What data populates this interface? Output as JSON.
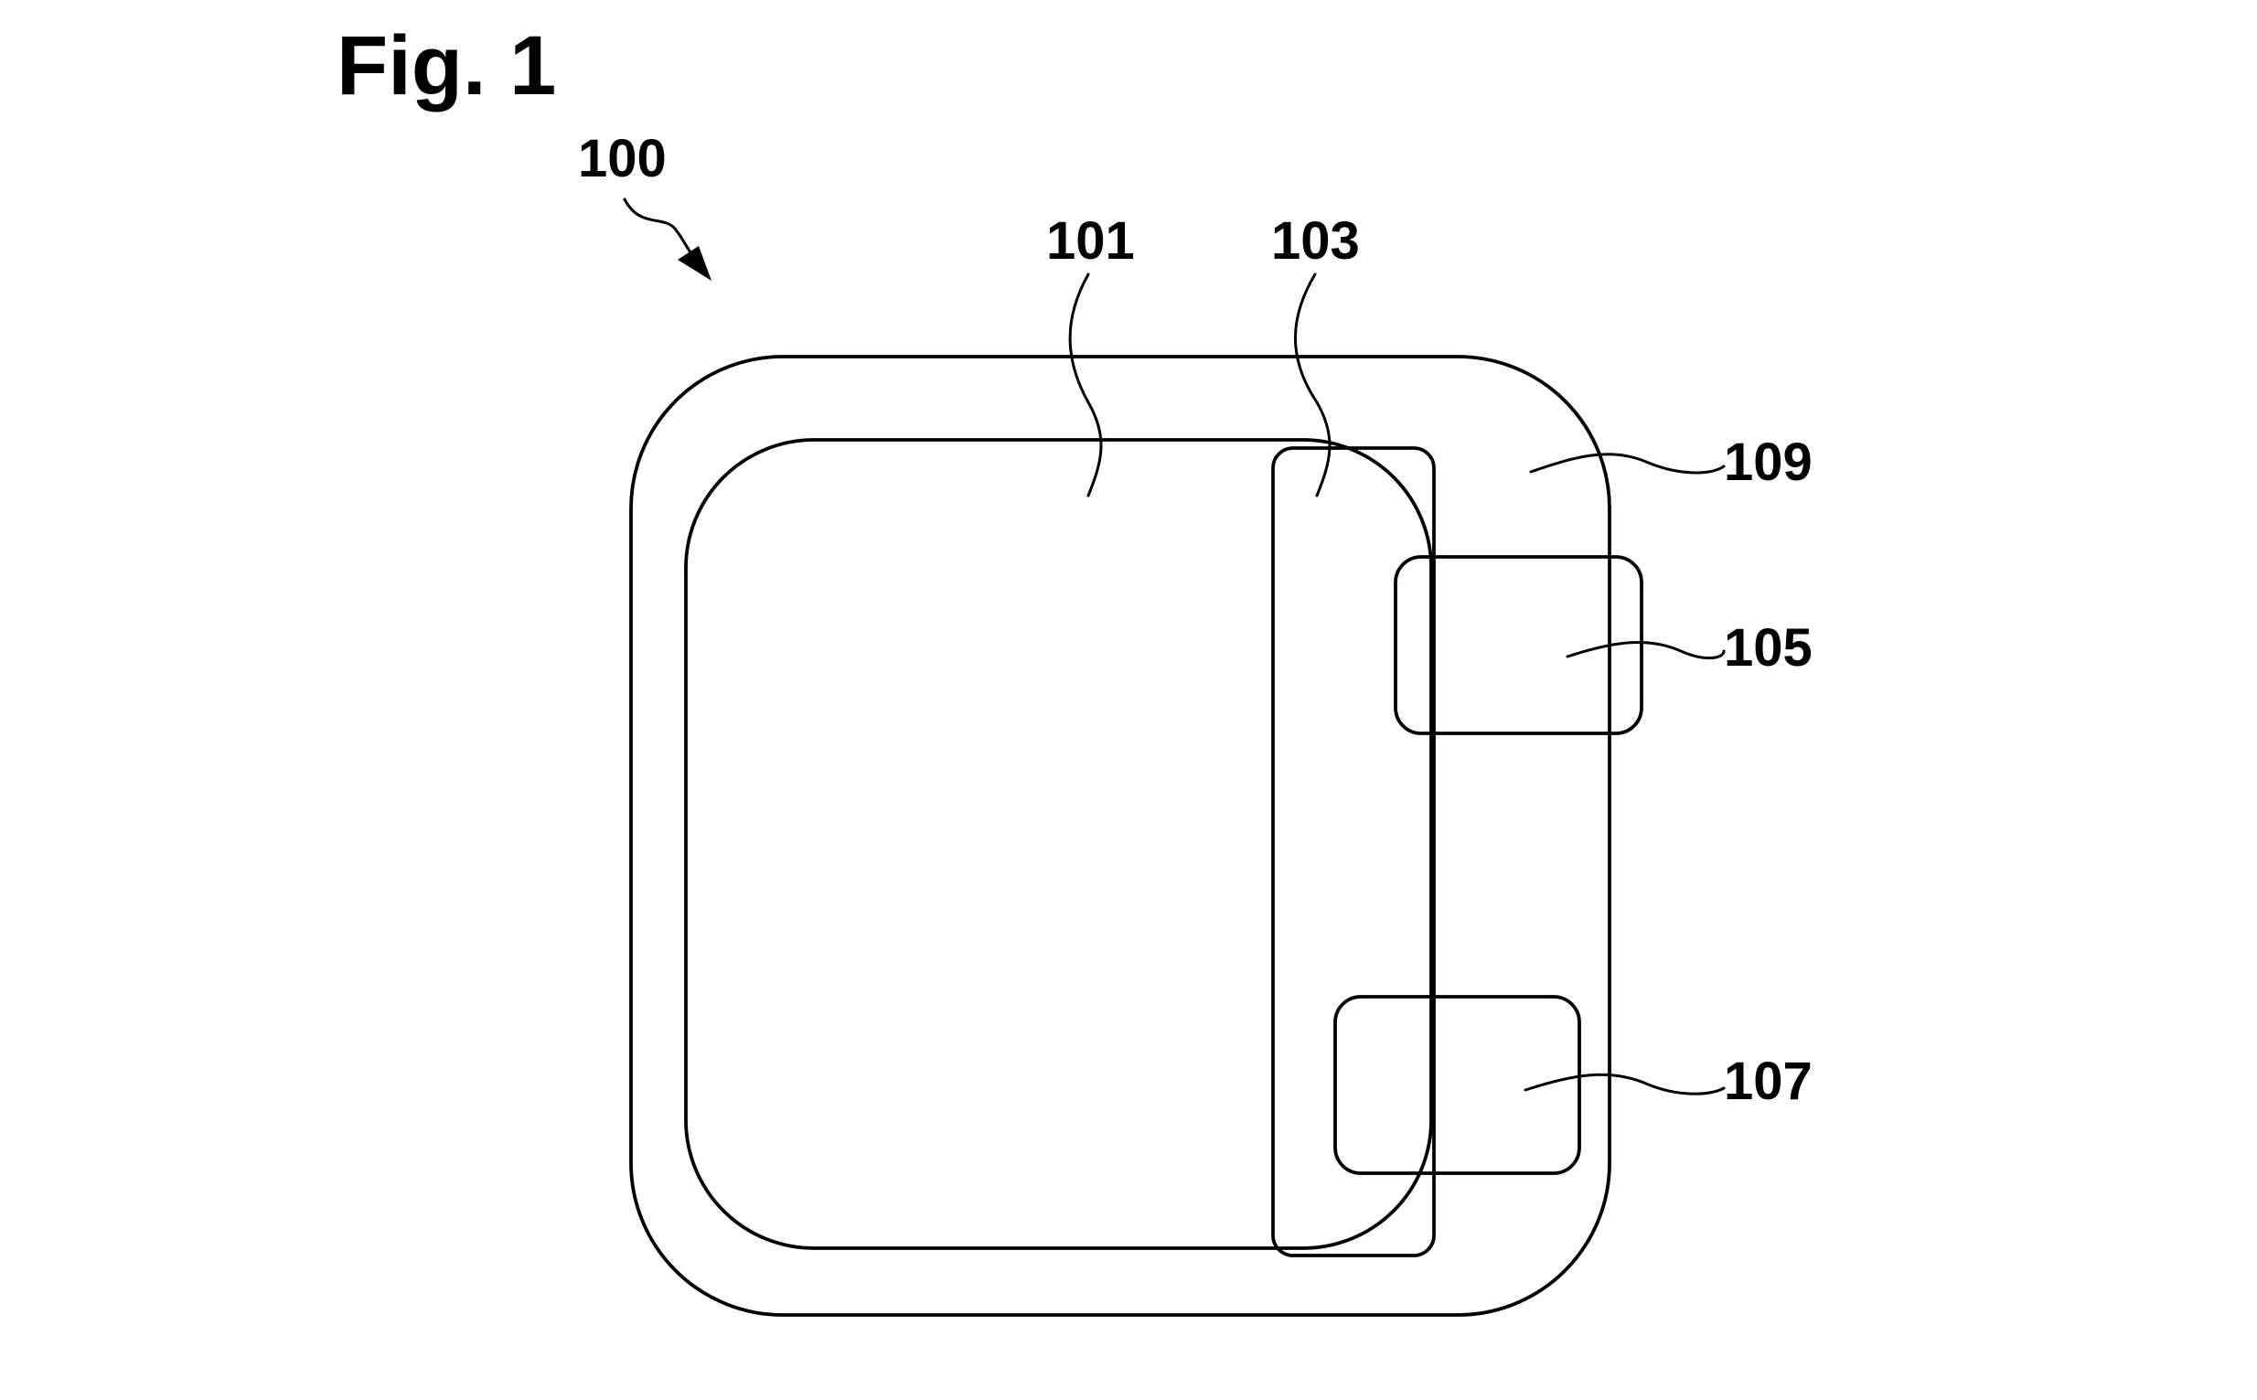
{
  "figure": {
    "title": "Fig. 1"
  },
  "labels": {
    "device": "100",
    "display": "101",
    "strip": "103",
    "module_upper": "105",
    "module_lower": "107",
    "housing": "109"
  },
  "colors": {
    "line": "#000000",
    "background": "#ffffff"
  }
}
